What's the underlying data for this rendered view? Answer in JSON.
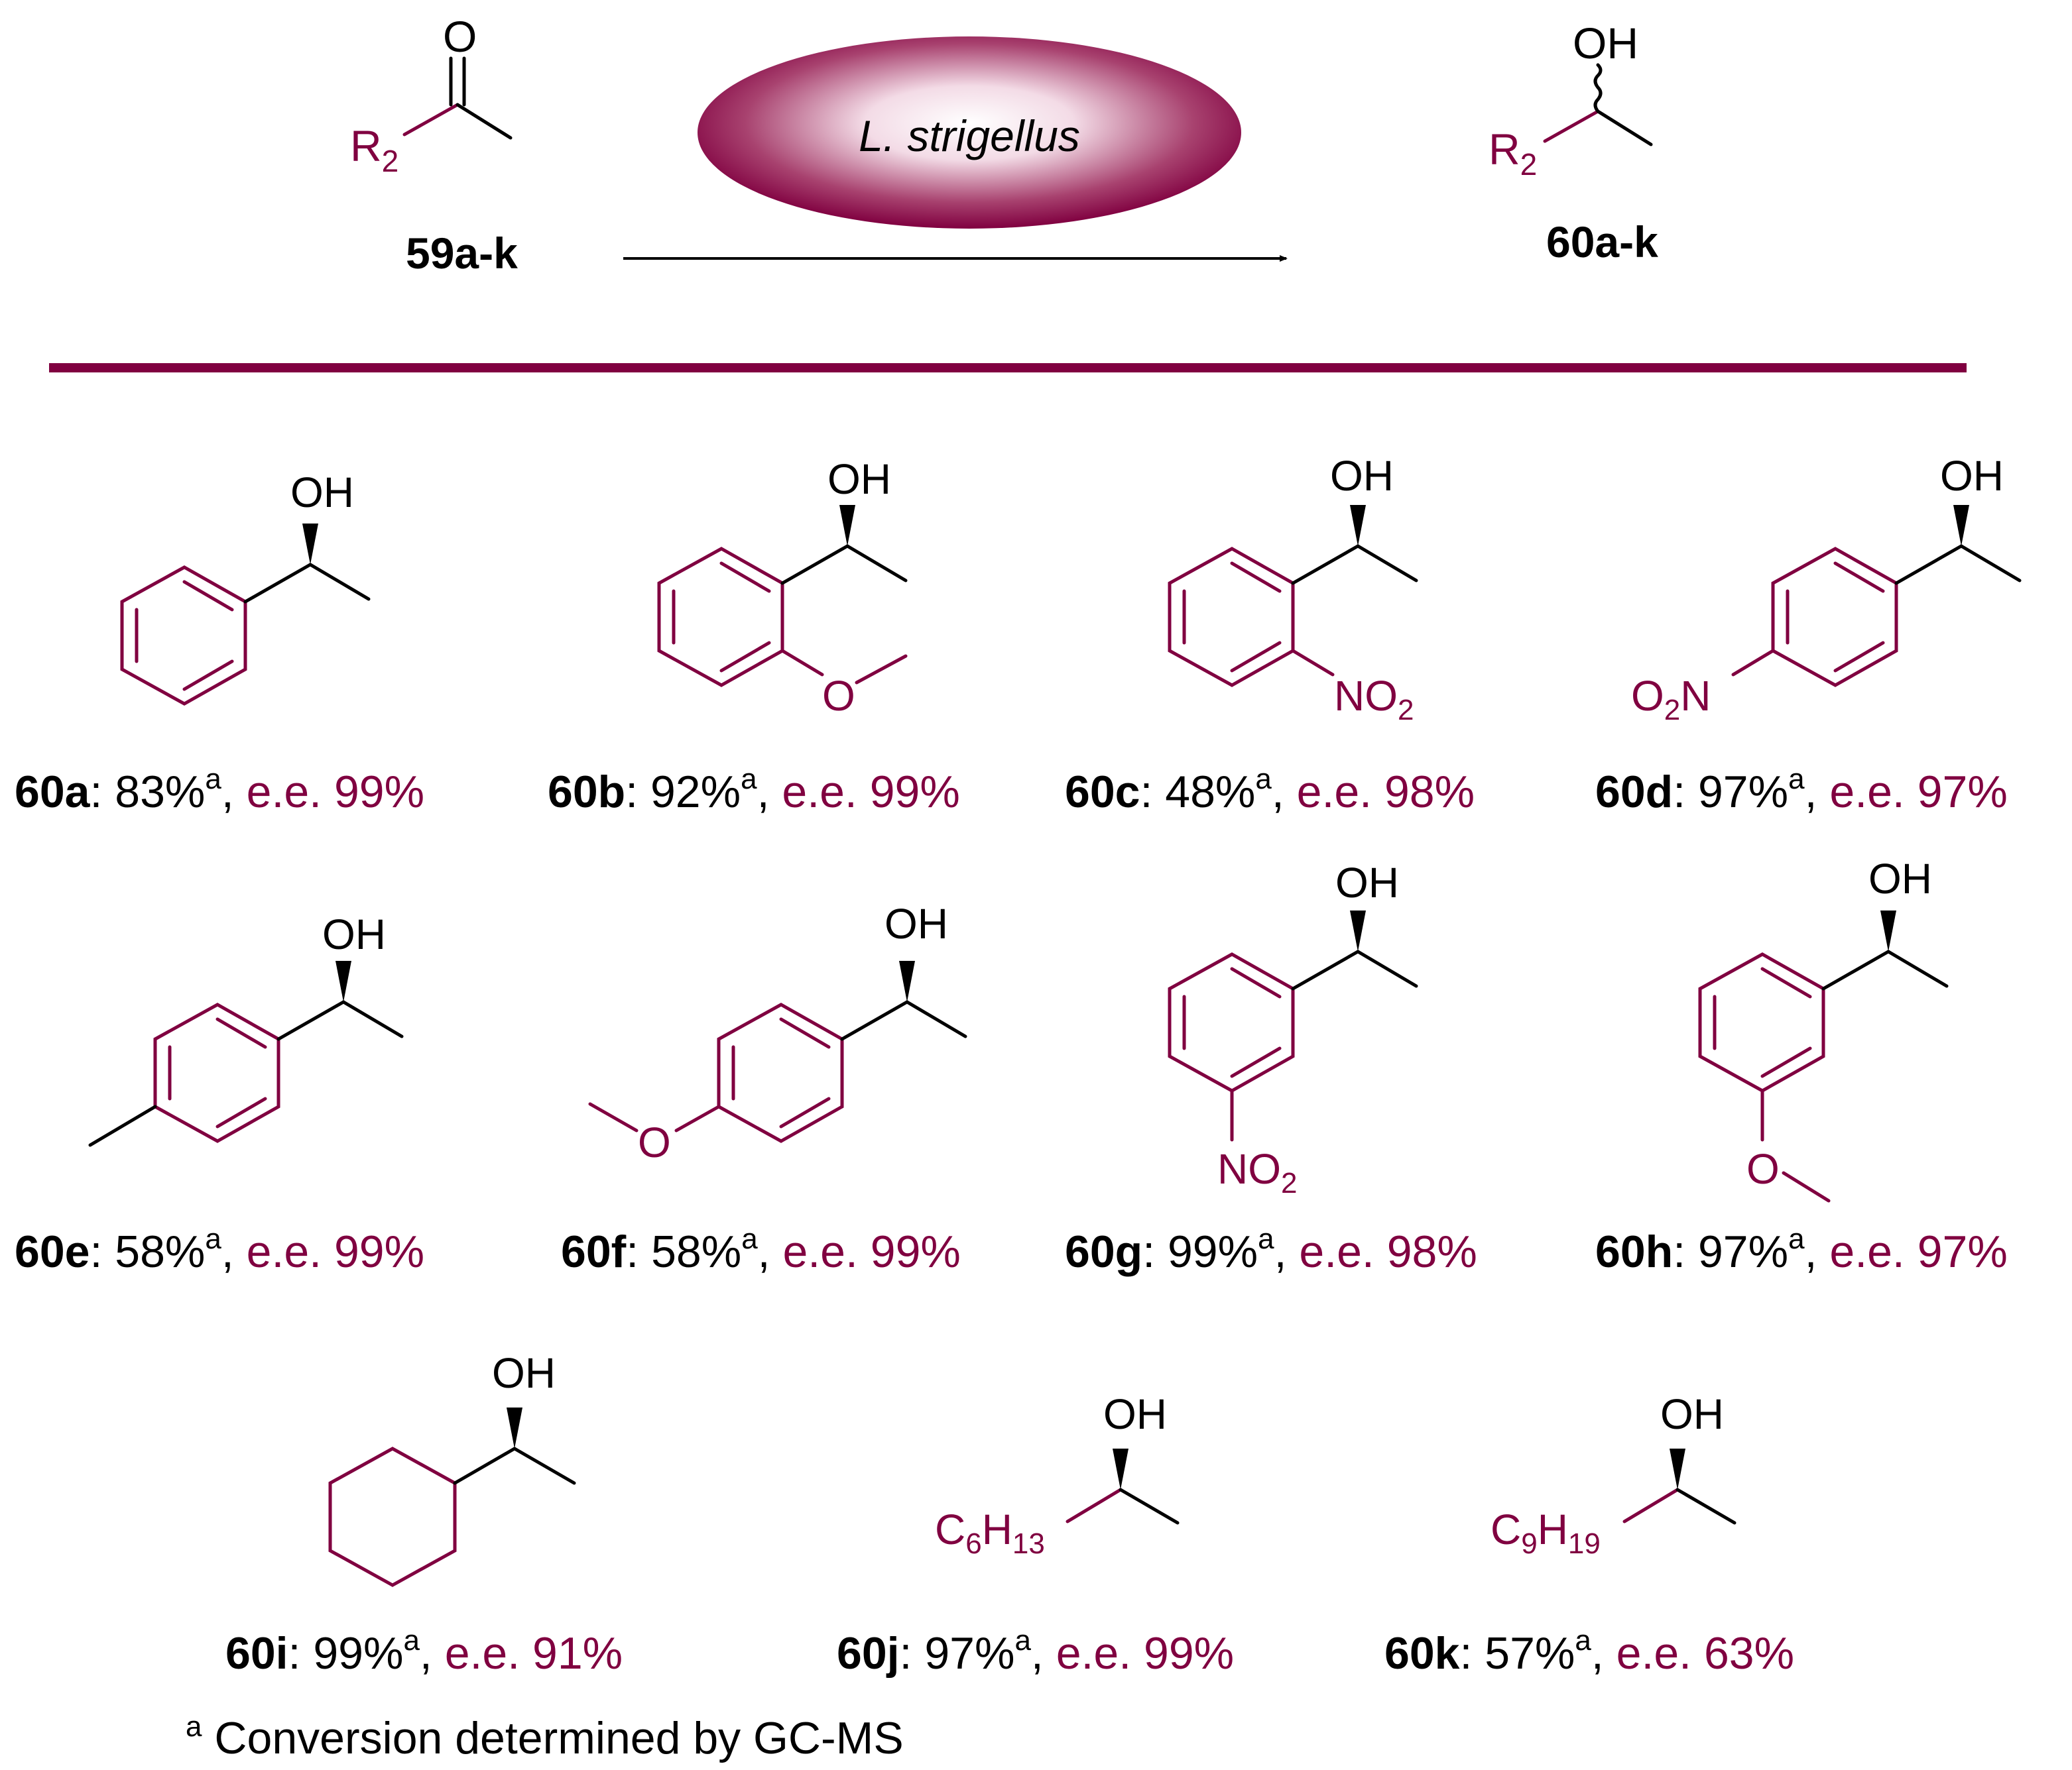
{
  "scheme": {
    "catalyst": "L. strigellus",
    "substrate_label": "59a-k",
    "product_label": "60a-k",
    "r_group": "R",
    "r_subscript": "2",
    "oxygen": "O",
    "oh": "OH"
  },
  "entries": [
    {
      "id": "60a",
      "conv": "83%",
      "ee": "e.e. 99%"
    },
    {
      "id": "60b",
      "conv": "92%",
      "ee": "e.e. 99%"
    },
    {
      "id": "60c",
      "conv": "48%",
      "ee": "e.e. 98%"
    },
    {
      "id": "60d",
      "conv": "97%",
      "ee": "e.e. 97%"
    },
    {
      "id": "60e",
      "conv": "58%",
      "ee": "e.e. 99%"
    },
    {
      "id": "60f",
      "conv": "58%",
      "ee": "e.e. 99%"
    },
    {
      "id": "60g",
      "conv": "99%",
      "ee": "e.e. 98%"
    },
    {
      "id": "60h",
      "conv": "97%",
      "ee": "e.e. 97%"
    },
    {
      "id": "60i",
      "conv": "99%",
      "ee": "e.e. 91%"
    },
    {
      "id": "60j",
      "conv": "97%",
      "ee": "e.e. 99%"
    },
    {
      "id": "60k",
      "conv": "57%",
      "ee": "e.e. 63%"
    }
  ],
  "substituents": {
    "methoxy_o": "O",
    "nitro_n": "NO",
    "nitro_sub": "2",
    "nitro_left_o": "O",
    "nitro_left_sub": "2",
    "nitro_left_n": "N",
    "hexyl_c": "C",
    "hexyl_c_sub": "6",
    "hexyl_h": "H",
    "hexyl_h_sub": "13",
    "nonyl_c": "C",
    "nonyl_c_sub": "9",
    "nonyl_h": "H",
    "nonyl_h_sub": "19"
  },
  "footnote": {
    "marker": "a",
    "text": "Conversion determined by GC-MS"
  },
  "colors": {
    "accent": "#800040",
    "ink": "#000000"
  }
}
